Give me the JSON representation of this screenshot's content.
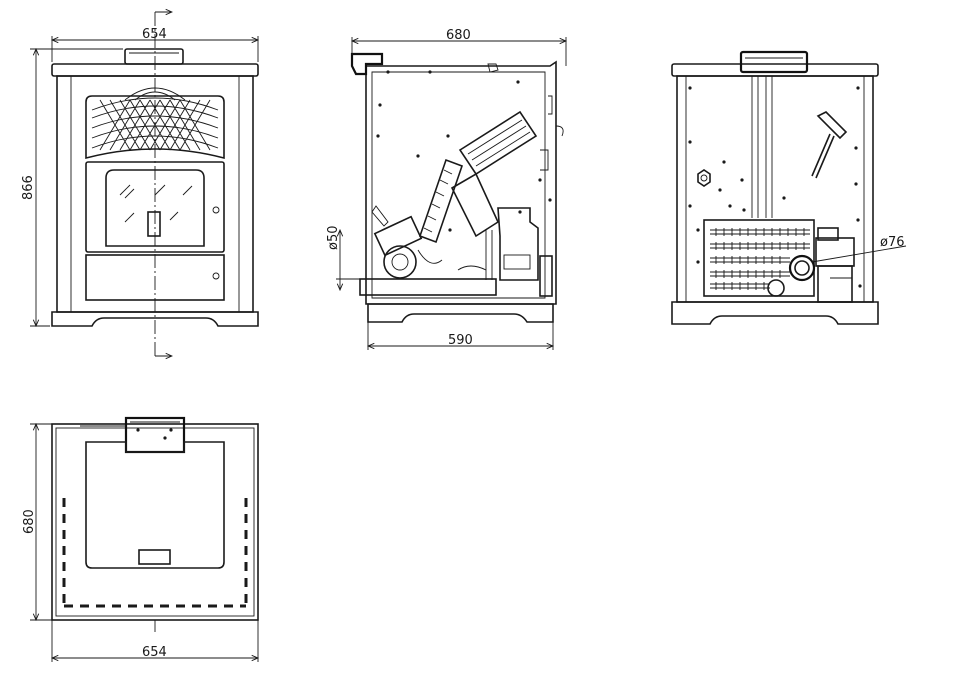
{
  "dimensions": {
    "front_width": "654",
    "front_height": "866",
    "side_depth": "680",
    "side_base_depth": "590",
    "side_pipe_diameter": "ø50",
    "rear_flue_diameter": "ø76",
    "top_depth": "680",
    "top_width": "654"
  }
}
